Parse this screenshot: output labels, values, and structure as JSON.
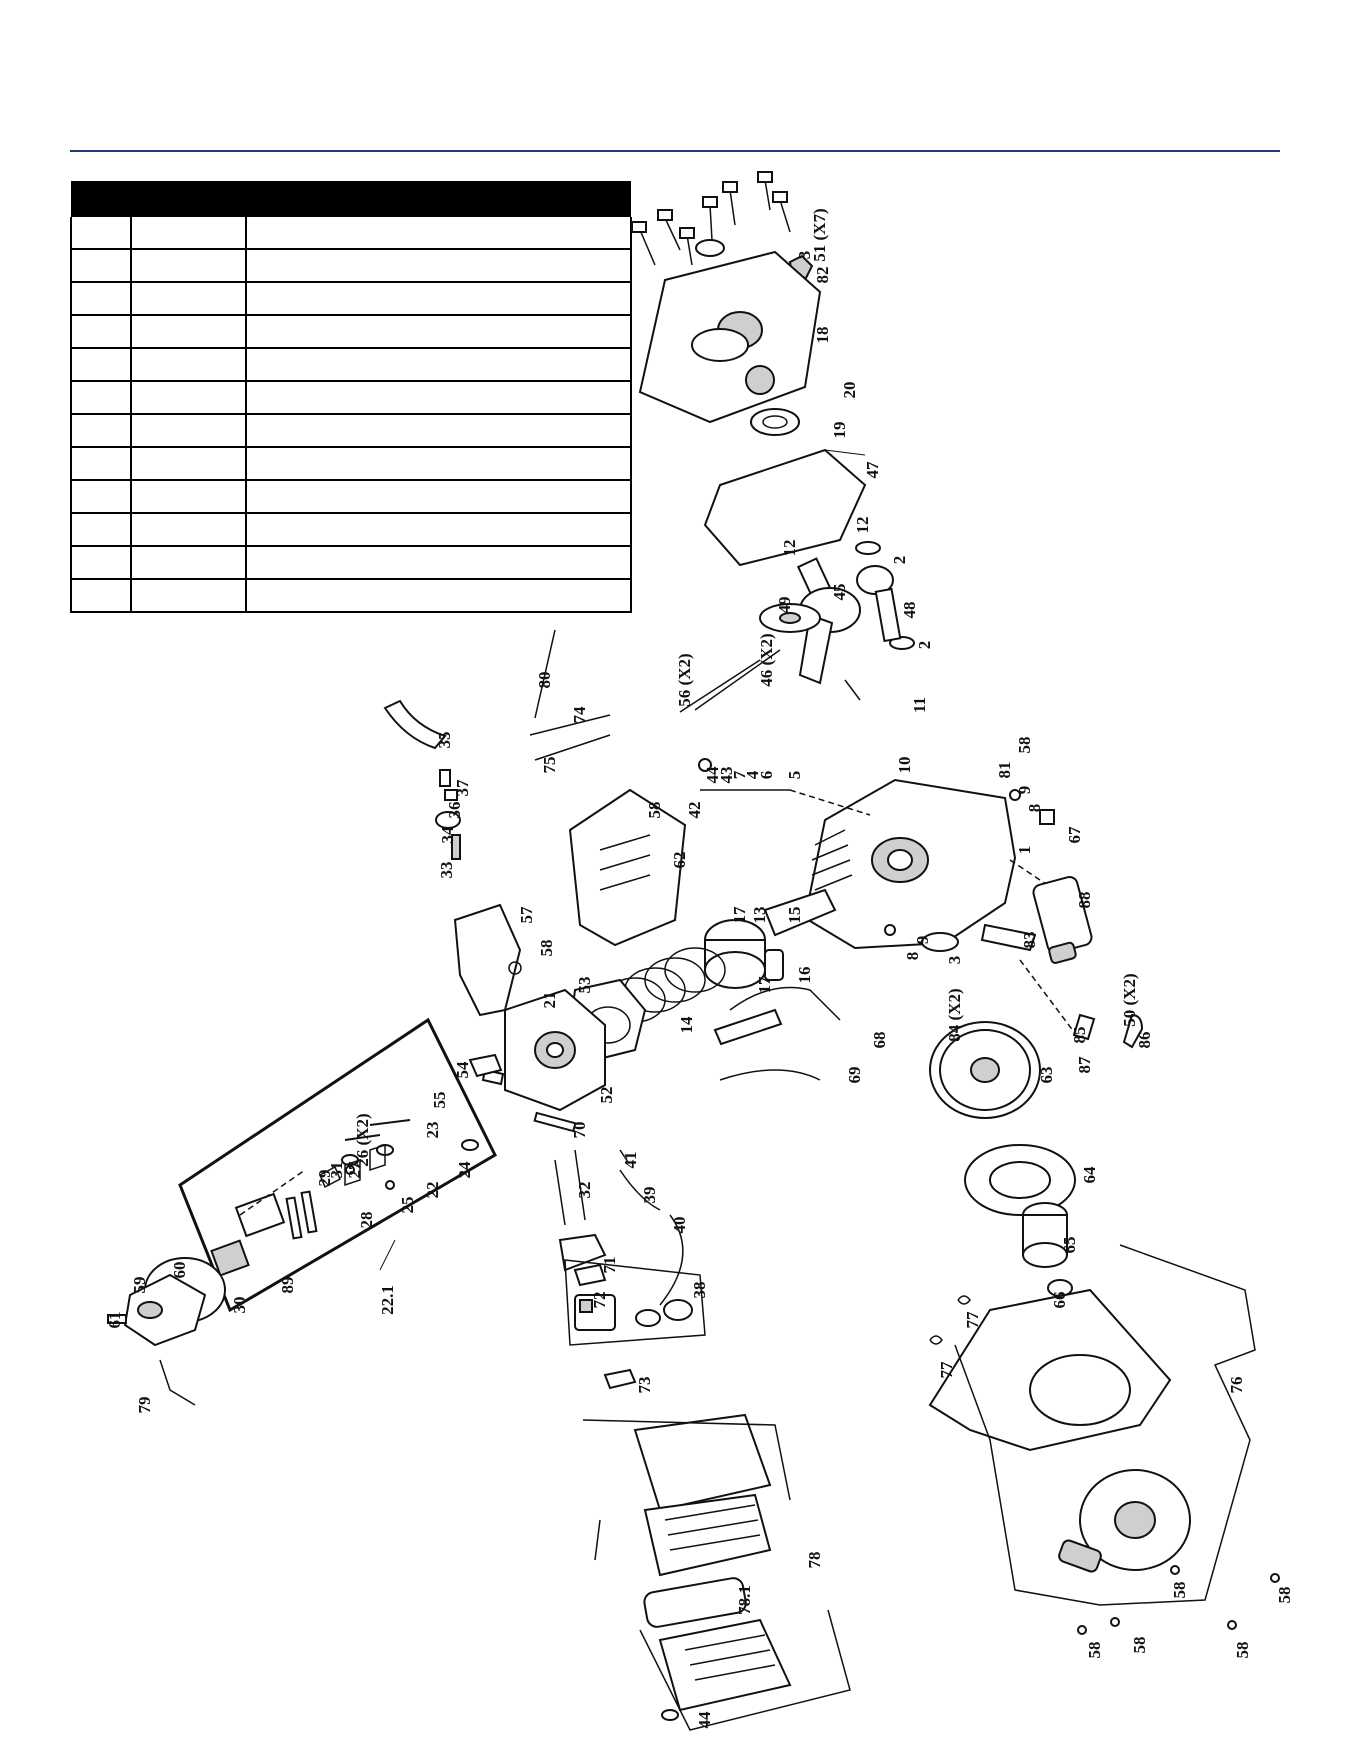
{
  "table": {
    "headers": [
      "",
      "",
      ""
    ],
    "rows": [
      [
        "",
        "",
        ""
      ],
      [
        "",
        "",
        ""
      ],
      [
        "",
        "",
        ""
      ],
      [
        "",
        "",
        ""
      ],
      [
        "",
        "",
        ""
      ],
      [
        "",
        "",
        ""
      ],
      [
        "",
        "",
        ""
      ],
      [
        "",
        "",
        ""
      ],
      [
        "",
        "",
        ""
      ],
      [
        "",
        "",
        ""
      ],
      [
        "",
        "",
        ""
      ],
      [
        "",
        "",
        ""
      ]
    ]
  },
  "callouts": [
    {
      "id": "c51",
      "text": "51 (X7)"
    },
    {
      "id": "c3a",
      "text": "3"
    },
    {
      "id": "c82",
      "text": "82"
    },
    {
      "id": "c18",
      "text": "18"
    },
    {
      "id": "c20",
      "text": "20"
    },
    {
      "id": "c19",
      "text": "19"
    },
    {
      "id": "c47",
      "text": "47"
    },
    {
      "id": "c12a",
      "text": "12"
    },
    {
      "id": "c12b",
      "text": "12"
    },
    {
      "id": "c2a",
      "text": "2"
    },
    {
      "id": "c45",
      "text": "45"
    },
    {
      "id": "c48",
      "text": "48"
    },
    {
      "id": "c2b",
      "text": "2"
    },
    {
      "id": "c49",
      "text": "49"
    },
    {
      "id": "c46",
      "text": "46 (X2)"
    },
    {
      "id": "c56",
      "text": "56 (X2)"
    },
    {
      "id": "c80",
      "text": "80"
    },
    {
      "id": "c74",
      "text": "74"
    },
    {
      "id": "c75",
      "text": "75"
    },
    {
      "id": "c11",
      "text": "11"
    },
    {
      "id": "c10",
      "text": "10"
    },
    {
      "id": "c58a",
      "text": "58"
    },
    {
      "id": "c81",
      "text": "81"
    },
    {
      "id": "c35",
      "text": "35"
    },
    {
      "id": "c37",
      "text": "37"
    },
    {
      "id": "c36",
      "text": "36"
    },
    {
      "id": "c34",
      "text": "34"
    },
    {
      "id": "c33",
      "text": "33"
    },
    {
      "id": "c44a",
      "text": "44"
    },
    {
      "id": "c43",
      "text": "43"
    },
    {
      "id": "c7",
      "text": "7"
    },
    {
      "id": "c4",
      "text": "4"
    },
    {
      "id": "c6",
      "text": "6"
    },
    {
      "id": "c5",
      "text": "5"
    },
    {
      "id": "c58b",
      "text": "58"
    },
    {
      "id": "c42",
      "text": "42"
    },
    {
      "id": "c9a",
      "text": "9"
    },
    {
      "id": "c8a",
      "text": "8"
    },
    {
      "id": "c67",
      "text": "67"
    },
    {
      "id": "c1",
      "text": "1"
    },
    {
      "id": "c62",
      "text": "62"
    },
    {
      "id": "c57",
      "text": "57"
    },
    {
      "id": "c58c",
      "text": "58"
    },
    {
      "id": "c17a",
      "text": "17"
    },
    {
      "id": "c13",
      "text": "13"
    },
    {
      "id": "c15",
      "text": "15"
    },
    {
      "id": "c88",
      "text": "88"
    },
    {
      "id": "c83",
      "text": "83"
    },
    {
      "id": "c9b",
      "text": "9"
    },
    {
      "id": "c8b",
      "text": "8"
    },
    {
      "id": "c3b",
      "text": "3"
    },
    {
      "id": "c16",
      "text": "16"
    },
    {
      "id": "c17b",
      "text": "17"
    },
    {
      "id": "c53",
      "text": "53"
    },
    {
      "id": "c21",
      "text": "21"
    },
    {
      "id": "c14",
      "text": "14"
    },
    {
      "id": "c84",
      "text": "84 (X2)"
    },
    {
      "id": "c50",
      "text": "50 (X2)"
    },
    {
      "id": "c85",
      "text": "85"
    },
    {
      "id": "c87",
      "text": "87"
    },
    {
      "id": "c86",
      "text": "86"
    },
    {
      "id": "c68",
      "text": "68"
    },
    {
      "id": "c69",
      "text": "69"
    },
    {
      "id": "c52",
      "text": "52"
    },
    {
      "id": "c54",
      "text": "54"
    },
    {
      "id": "c55",
      "text": "55"
    },
    {
      "id": "c70",
      "text": "70"
    },
    {
      "id": "c63",
      "text": "63"
    },
    {
      "id": "c23",
      "text": "23"
    },
    {
      "id": "c26",
      "text": "26 (X2)"
    },
    {
      "id": "c27",
      "text": "27"
    },
    {
      "id": "c31",
      "text": "31"
    },
    {
      "id": "c29",
      "text": "29"
    },
    {
      "id": "c28",
      "text": "28"
    },
    {
      "id": "c25",
      "text": "25"
    },
    {
      "id": "c22",
      "text": "22"
    },
    {
      "id": "c24",
      "text": "24"
    },
    {
      "id": "c32",
      "text": "32"
    },
    {
      "id": "c41",
      "text": "41"
    },
    {
      "id": "c39",
      "text": "39"
    },
    {
      "id": "c40",
      "text": "40"
    },
    {
      "id": "c64",
      "text": "64"
    },
    {
      "id": "c65",
      "text": "65"
    },
    {
      "id": "c89",
      "text": "89"
    },
    {
      "id": "c30",
      "text": "30"
    },
    {
      "id": "c221",
      "text": "22.1"
    },
    {
      "id": "c71",
      "text": "71"
    },
    {
      "id": "c72",
      "text": "72"
    },
    {
      "id": "c38",
      "text": "38"
    },
    {
      "id": "c59",
      "text": "59"
    },
    {
      "id": "c60",
      "text": "60"
    },
    {
      "id": "c61",
      "text": "61"
    },
    {
      "id": "c66",
      "text": "66"
    },
    {
      "id": "c77a",
      "text": "77"
    },
    {
      "id": "c77b",
      "text": "77"
    },
    {
      "id": "c76",
      "text": "76"
    },
    {
      "id": "c79",
      "text": "79"
    },
    {
      "id": "c73",
      "text": "73"
    },
    {
      "id": "c78",
      "text": "78"
    },
    {
      "id": "c781",
      "text": "78.1"
    },
    {
      "id": "c58d",
      "text": "58"
    },
    {
      "id": "c58e",
      "text": "58"
    },
    {
      "id": "c58f",
      "text": "58"
    },
    {
      "id": "c58g",
      "text": "58"
    },
    {
      "id": "c58h",
      "text": "58"
    },
    {
      "id": "c44b",
      "text": "44"
    }
  ]
}
